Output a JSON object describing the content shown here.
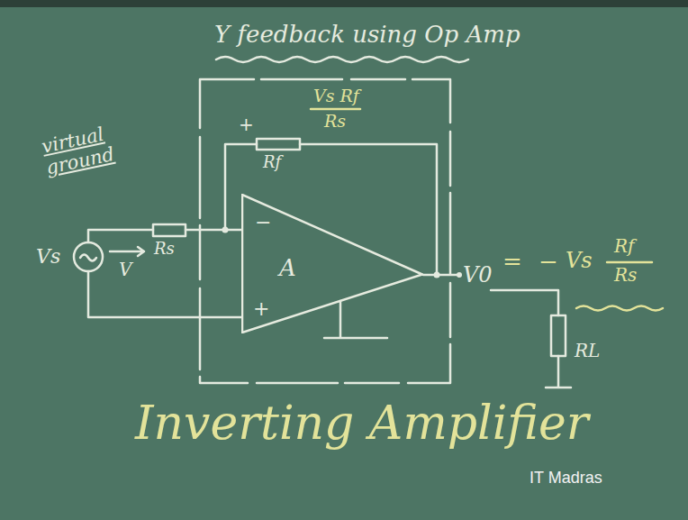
{
  "diagram": {
    "title": "Y feedback using Op Amp",
    "caption": "Inverting Amplifier",
    "nodes": [
      {
        "text": [
          "A"
        ]
      }
    ],
    "labels": [
      "virtual ground",
      "+",
      "Vs Rf",
      "Rf",
      "Rs",
      "Rs",
      "Vs",
      "V",
      "−",
      "+",
      "V0",
      "=",
      "−",
      "Vs",
      "Rf",
      "Rs",
      "RL",
      "IT Madras"
    ]
  }
}
